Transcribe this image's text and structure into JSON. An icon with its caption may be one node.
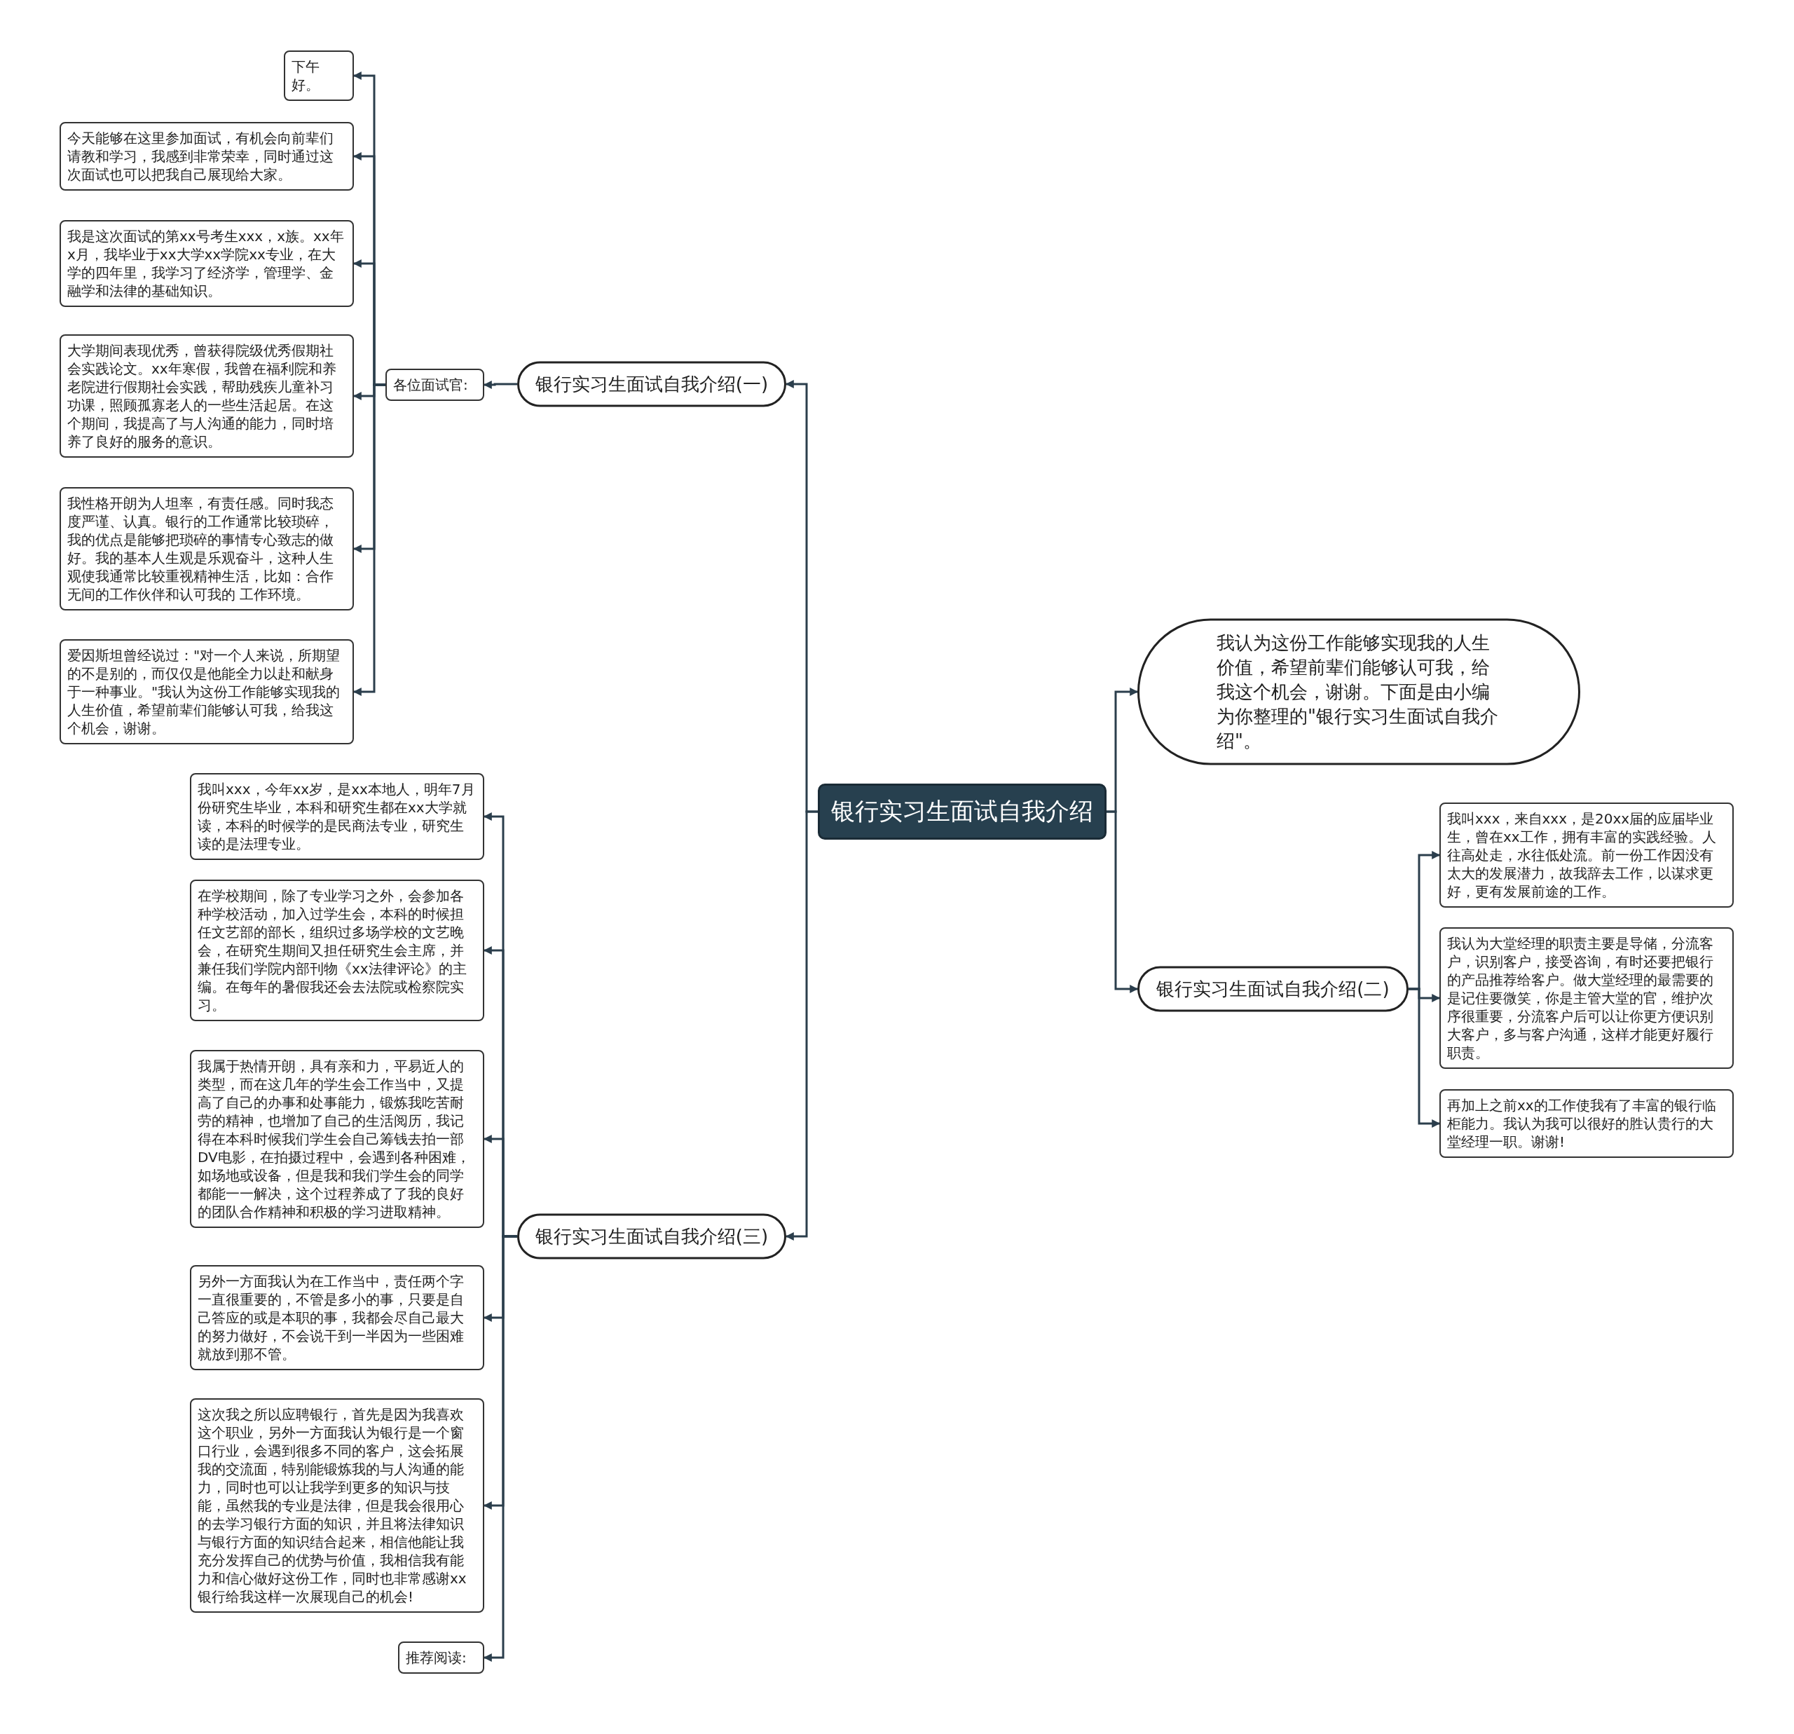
{
  "diagram": {
    "nodes": [
      {
        "text": [
          "银行实习生面试自我介绍"
        ]
      },
      {
        "text": [
          "银行实习生面试自我介绍(一)"
        ]
      },
      {
        "text": [
          "各位面试官:"
        ]
      },
      {
        "text": [
          "下午好。"
        ]
      },
      {
        "text": [
          "今天能够在这里参加面试，有机会向前辈们请教和学习，我感到非常荣幸，同时通过这次面试也可以把我自己展现给大家。"
        ]
      },
      {
        "text": [
          "我是这次面试的第xx号考生xxx，x族。xx年x月，我毕业于xx大学xx学院xx专业，在大学的四年里，我学习了经济学，管理学、金融学和法律的基础知识。"
        ]
      },
      {
        "text": [
          "大学期间表现优秀，曾获得院级优秀假期社会实践论文。xx年寒假，我曾在福利院和养老院进行假期社会实践，帮助残疾儿童补习功课，照顾孤寡老人的一些生活起居。在这个期间，我提高了与人沟通的能力，同时培养了良好的服务的意识。"
        ]
      },
      {
        "text": [
          "我性格开朗为人坦率，有责任感。同时我态度严谨、认真。银行的工作通常比较琐碎，我的优点是能够把琐碎的事情专心致志的做好。我的基本人生观是乐观奋斗，这种人生观使我通常比较重视精神生活，比如：合作无间的工作伙伴和认可我的 工作环境。"
        ]
      },
      {
        "text": [
          "爱因斯坦曾经说过：\"对一个人来说，所期望的不是别的，而仅仅是他能全力以赴和献身于一种事业。\"我认为这份工作能够实现我的人生价值，希望前辈们能够认可我，给我这个机会，谢谢。"
        ]
      },
      {
        "text": [
          "我认为这份工作能够实现我的人生价值，希望前辈们能够认可我，给我这个机会，谢谢。下面是由小编为你整理的\"银行实习生面试自我介绍\"。"
        ]
      },
      {
        "text": [
          "银行实习生面试自我介绍(二)"
        ]
      },
      {
        "text": [
          "我叫xxx，来自xxx，是20xx届的应届毕业生，曾在xx工作，拥有丰富的实践经验。人往高处走，水往低处流。前一份工作因没有太大的发展潜力，故我辞去工作，以谋求更好，更有发展前途的工作。"
        ]
      },
      {
        "text": [
          "我认为大堂经理的职责主要是导储，分流客户，识别客户，接受咨询，有时还要把银行的产品推荐给客户。做大堂经理的最需要的是记住要微笑，你是主管大堂的官，维护次序很重要，分流客户后可以让你更方便识别大客户，多与客户沟通，这样才能更好履行职责。"
        ]
      },
      {
        "text": [
          "再加上之前xx的工作使我有了丰富的银行临柜能力。我认为我可以很好的胜认贵行的大堂经理一职。谢谢!"
        ]
      },
      {
        "text": [
          "银行实习生面试自我介绍(三)"
        ]
      },
      {
        "text": [
          "我叫xxx，今年xx岁，是xx本地人，明年7月份研究生毕业，本科和研究生都在xx大学就读，本科的时候学的是民商法专业，研究生读的是法理专业。"
        ]
      },
      {
        "text": [
          "在学校期间，除了专业学习之外，会参加各种学校活动，加入过学生会，本科的时候担任文艺部的部长，组织过多场学校的文艺晚会，在研究生期间又担任研究生会主席，并兼任我们学院内部刊物《xx法律评论》的主编。在每年的暑假我还会去法院或检察院实习。"
        ]
      },
      {
        "text": [
          "我属于热情开朗，具有亲和力，平易近人的类型，而在这几年的学生会工作当中，又提高了自己的办事和处事能力，锻炼我吃苦耐劳的精神，也增加了自己的生活阅历，我记得在本科时候我们学生会自己筹钱去拍一部DV电影，在拍摄过程中，会遇到各种困难，如场地或设备，但是我和我们学生会的同学都能一一解决，这个过程养成了了我的良好的团队合作精神和积极的学习进取精神。"
        ]
      },
      {
        "text": [
          "另外一方面我认为在工作当中，责任两个字一直很重要的，不管是多小的事，只要是自己答应的或是本职的事，我都会尽自己最大的努力做好，不会说干到一半因为一些困难就放到那不管。"
        ]
      },
      {
        "text": [
          "这次我之所以应聘银行，首先是因为我喜欢这个职业，另外一方面我认为银行是一个窗口行业，会遇到很多不同的客户，这会拓展我的交流面，特别能锻炼我的与人沟通的能力，同时也可以让我学到更多的知识与技能，虽然我的专业是法律，但是我会很用心的去学习银行方面的知识，并且将法律知识与银行方面的知识结合起来，相信他能让我充分发挥自己的优势与价值，我相信我有能力和信心做好这份工作，同时也非常感谢xx银行给我这样一次展现自己的机会!"
        ]
      },
      {
        "text": [
          "推荐阅读:"
        ]
      }
    ],
    "edges": [
      {
        "from": 0,
        "to": 1,
        "arrow": "to"
      },
      {
        "from": 0,
        "to": 9,
        "arrow": "to"
      },
      {
        "from": 0,
        "to": 10,
        "arrow": "to"
      },
      {
        "from": 0,
        "to": 14,
        "arrow": "to"
      },
      {
        "from": 1,
        "to": 2,
        "arrow": "to"
      },
      {
        "from": 2,
        "to": 3,
        "arrow": "to"
      },
      {
        "from": 2,
        "to": 4,
        "arrow": "to"
      },
      {
        "from": 2,
        "to": 5,
        "arrow": "to"
      },
      {
        "from": 2,
        "to": 6,
        "arrow": "to"
      },
      {
        "from": 2,
        "to": 7,
        "arrow": "to"
      },
      {
        "from": 2,
        "to": 8,
        "arrow": "to"
      },
      {
        "from": 10,
        "to": 11,
        "arrow": "to"
      },
      {
        "from": 10,
        "to": 12,
        "arrow": "to"
      },
      {
        "from": 10,
        "to": 13,
        "arrow": "to"
      },
      {
        "from": 14,
        "to": 15,
        "arrow": "to"
      },
      {
        "from": 14,
        "to": 16,
        "arrow": "to"
      },
      {
        "from": 14,
        "to": 17,
        "arrow": "to"
      },
      {
        "from": 14,
        "to": 18,
        "arrow": "to"
      },
      {
        "from": 14,
        "to": 19,
        "arrow": "to"
      },
      {
        "from": 14,
        "to": 20,
        "arrow": "to"
      }
    ]
  }
}
